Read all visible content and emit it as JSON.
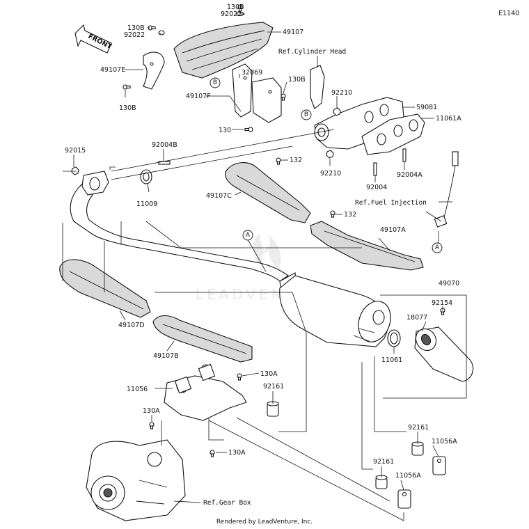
{
  "diagram_code": "E1140",
  "front_label": "FRONT",
  "watermark": "LEADVENTURE",
  "footer": "Rendered by LeadVenture, Inc.",
  "callouts": {
    "a1": "A",
    "a2": "A",
    "b1": "B",
    "b2": "B"
  },
  "refs": {
    "cylinder_head": "Ref.Cylinder Head",
    "fuel_injection": "Ref.Fuel Injection",
    "gear_box": "Ref.Gear Box"
  },
  "parts": {
    "p130b_top": "130B",
    "p92022_top": "92022",
    "p49107_top": "49107",
    "p130b_left": "130B",
    "p92022_left": "92022",
    "p49107e": "49107E",
    "p130b_bottom": "130B",
    "p32069": "32069",
    "p130b_mid": "130B",
    "p49107f": "49107F",
    "p130": "130",
    "p92210_top": "92210",
    "p59081": "59081",
    "p11061a": "11061A",
    "p92015": "92015",
    "p92004b": "92004B",
    "p132_top": "132",
    "p92210_bottom": "92210",
    "p92004": "92004",
    "p92004a": "92004A",
    "p11009": "11009",
    "p49107c": "49107C",
    "p132_mid": "132",
    "p49107a": "49107A",
    "p49070": "49070",
    "p92154": "92154",
    "p18077": "18077",
    "p11061": "11061",
    "p49107d": "49107D",
    "p49107b": "49107B",
    "p130a_top": "130A",
    "p11056": "11056",
    "p92161_mid": "92161",
    "p130a_left": "130A",
    "p130a_bottom": "130A",
    "p92161_right": "92161",
    "p11056a_right": "11056A",
    "p92161_low": "92161",
    "p11056a_low": "11056A"
  }
}
